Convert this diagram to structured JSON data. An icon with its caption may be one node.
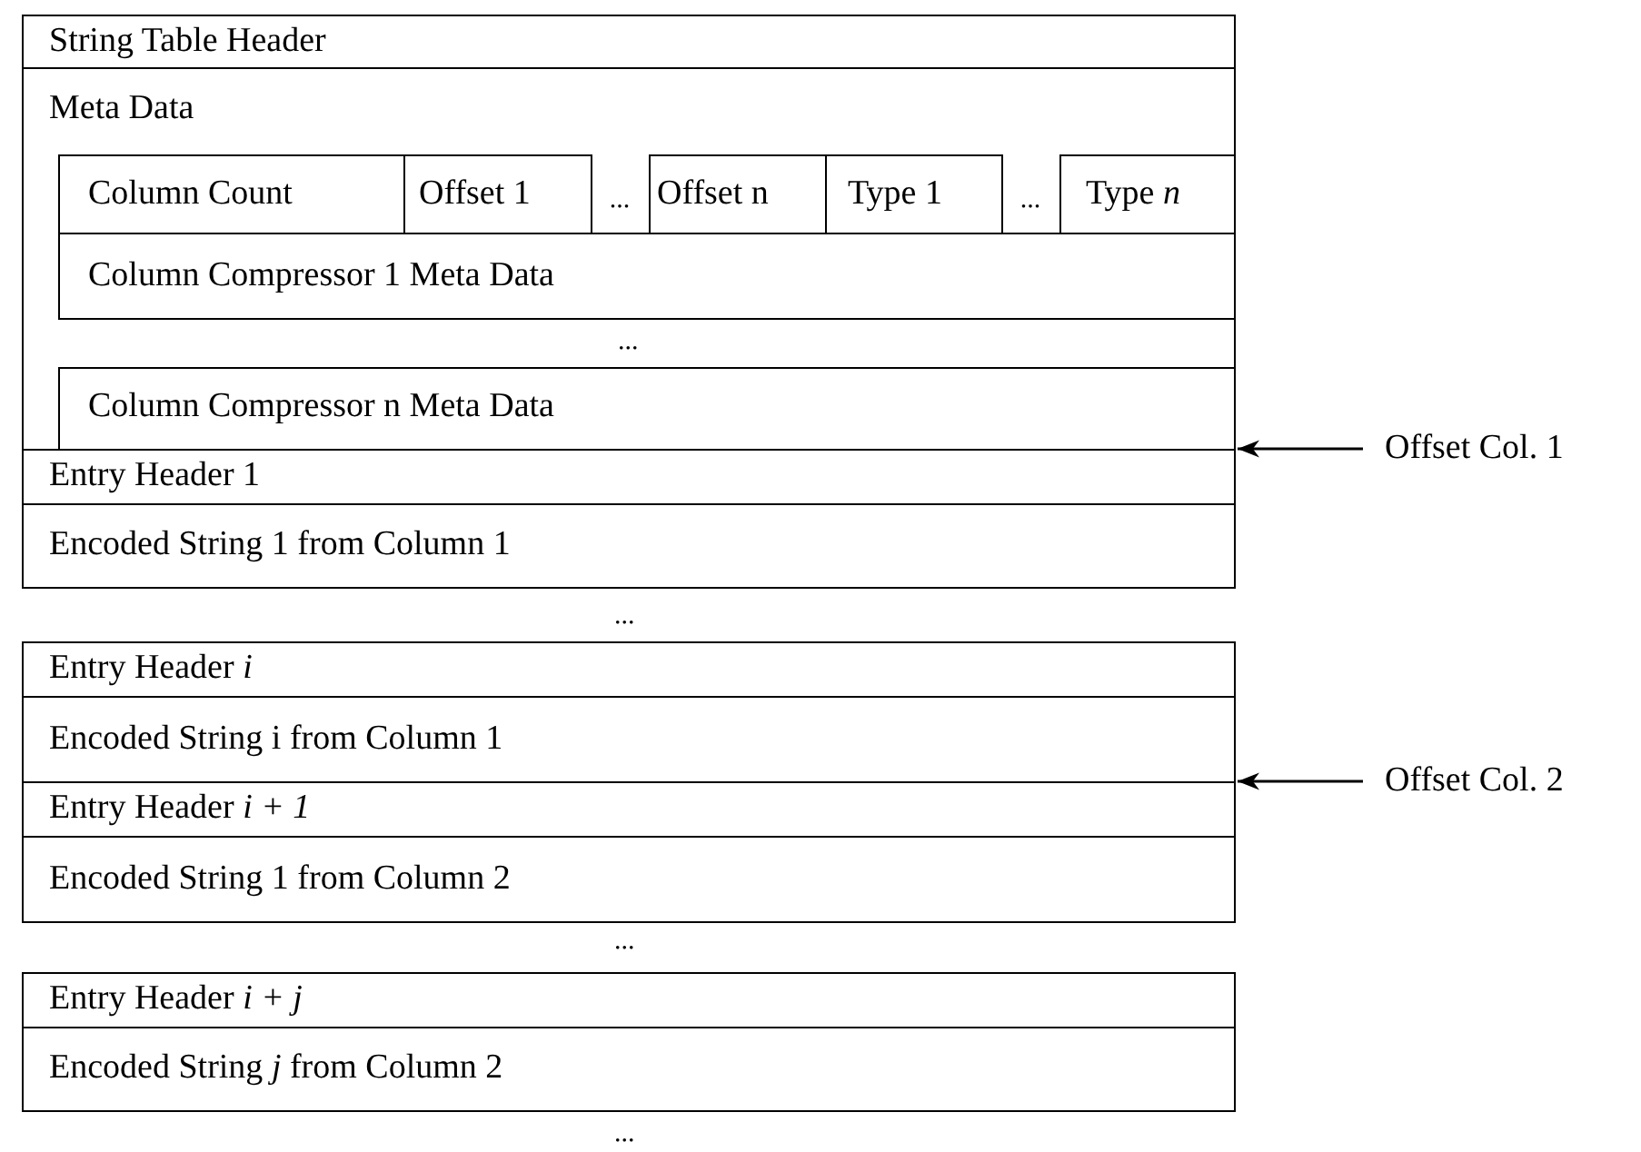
{
  "diagram": {
    "nodes": [
      {
        "text": [
          "String Table Header"
        ]
      },
      {
        "text": [
          "Meta Data"
        ]
      },
      {
        "text": [
          "Column Count"
        ],
        "in": 1
      },
      {
        "text": [
          "Offset 1"
        ],
        "in": 1
      },
      {
        "text": [
          "Offset n"
        ],
        "in": 1
      },
      {
        "text": [
          "Type 1"
        ],
        "in": 1
      },
      {
        "text": [
          "Type *n*"
        ],
        "in": 1
      },
      {
        "text": [
          "Column Compressor 1 Meta Data"
        ],
        "in": 1
      },
      {
        "text": [
          "Column Compressor n Meta Data"
        ],
        "in": 1
      },
      {
        "text": [
          "Entry Header 1"
        ]
      },
      {
        "text": [
          "Encoded String 1 from Column 1"
        ]
      },
      {
        "text": [
          "Entry Header *i*"
        ]
      },
      {
        "text": [
          "Encoded String i from Column 1"
        ]
      },
      {
        "text": [
          "Entry Header *i + 1*"
        ]
      },
      {
        "text": [
          "Encoded String 1 from Column 2"
        ]
      },
      {
        "text": [
          "Entry Header *i + j*"
        ]
      },
      {
        "text": [
          "Encoded String *j* from Column 2"
        ]
      },
      {
        "text": [
          "Offset Col. 1"
        ]
      },
      {
        "text": [
          "Offset Col. 2"
        ]
      }
    ],
    "edges": [
      {
        "from": 17,
        "to": 9,
        "arrow": "to"
      },
      {
        "from": 18,
        "to": 13,
        "arrow": "to"
      }
    ],
    "labels": [
      "...",
      "...",
      "...",
      "...",
      "...",
      "..."
    ]
  }
}
